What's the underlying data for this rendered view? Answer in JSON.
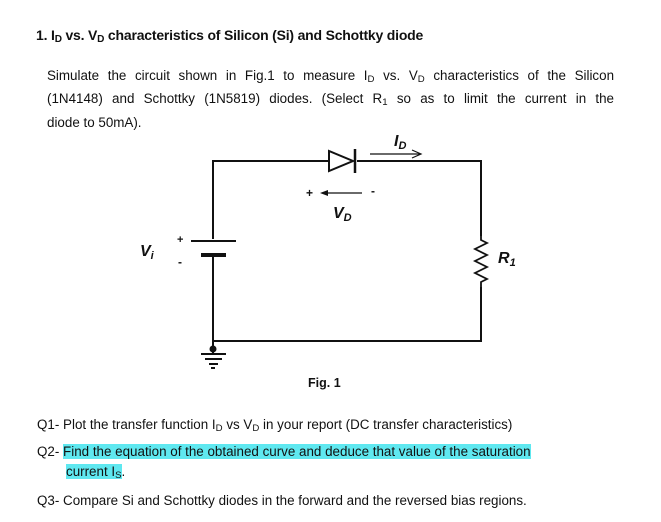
{
  "heading": {
    "number": "1.",
    "text_part1": "I",
    "sub_d1": "D",
    "text_part2": " vs. V",
    "sub_d2": "D",
    "text_part3": " characteristics of Silicon (Si) and Schottky diode"
  },
  "intro": {
    "line1_a": "Simulate the circuit shown in Fig.1 to measure I",
    "line1_sub1": "D",
    "line1_b": " vs. V",
    "line1_sub2": "D",
    "line1_c": " characteristics of the Silicon",
    "line2_a": "(1N4148) and Schottky (1N5819) diodes. (Select R",
    "line2_sub": "1",
    "line2_b": " so as to limit the current in the",
    "line3": "diode to 50mA)."
  },
  "circuit": {
    "id_label": "I",
    "id_sub": "D",
    "vd_label": "V",
    "vd_sub": "D",
    "vi_label": "V",
    "vi_sub": "i",
    "r_label": "R",
    "r_sub": "1",
    "diode_plus": "+",
    "diode_minus": "-",
    "src_plus": "+",
    "src_minus": "-",
    "caption": "Fig. 1"
  },
  "questions": {
    "q1_a": "Q1- Plot the transfer function I",
    "q1_sub1": "D",
    "q1_b": " vs V",
    "q1_sub2": "D",
    "q1_c": " in your report (DC transfer characteristics)",
    "q2_prefix": "Q2- ",
    "q2_line1": "Find the equation of the obtained curve and deduce that value of the saturation",
    "q2_line2_a": "current I",
    "q2_line2_sub": "S",
    "q2_line2_b": ".",
    "q3": "Q3- Compare Si and Schottky diodes in the forward and the reversed bias regions."
  },
  "colors": {
    "highlight": "#5fe8f0",
    "ink": "#111111"
  }
}
